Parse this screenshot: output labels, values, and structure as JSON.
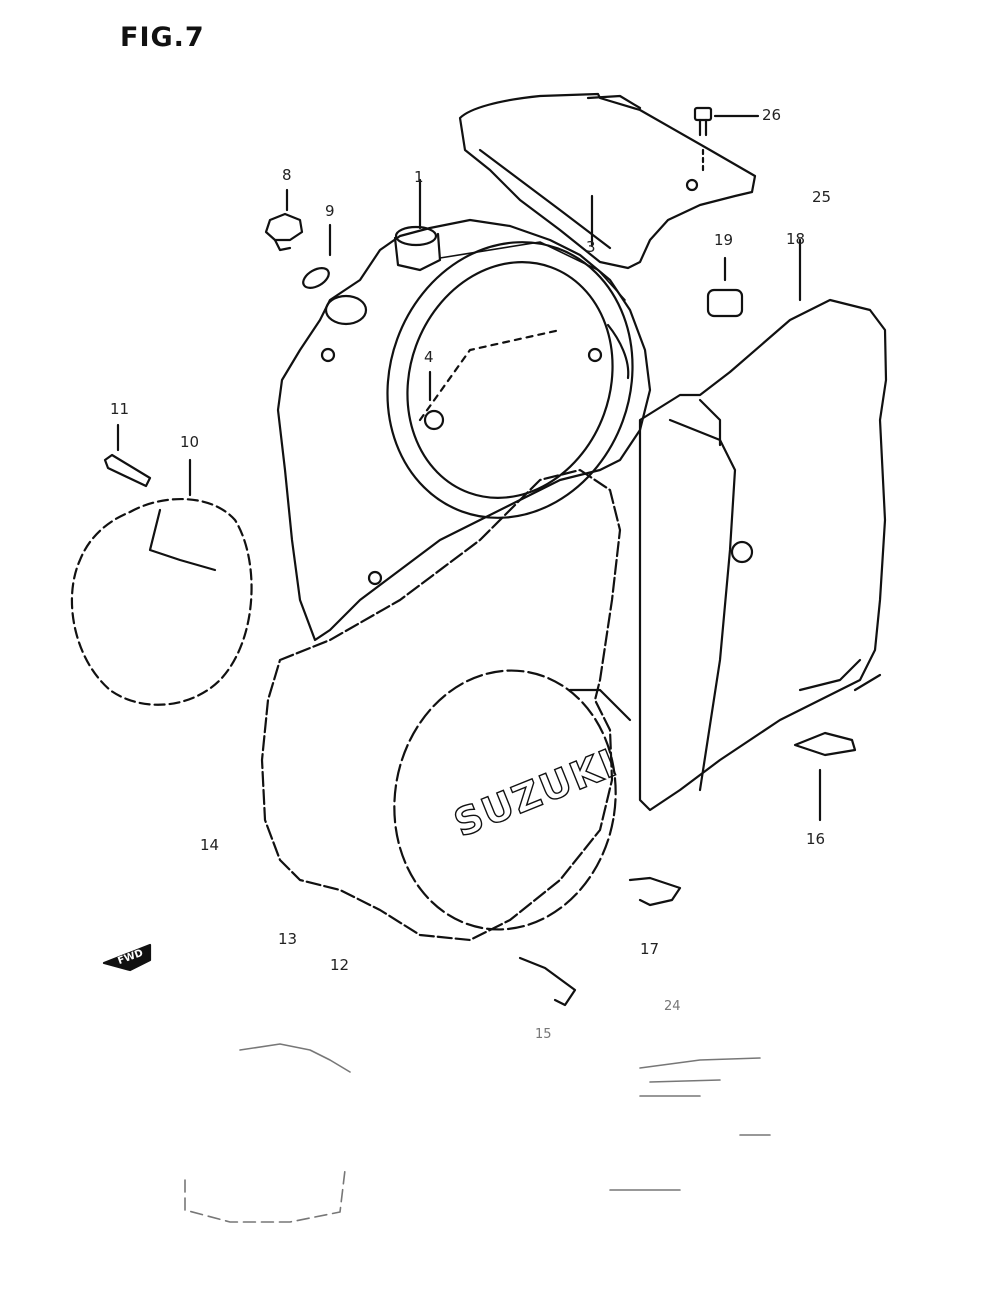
{
  "figure": {
    "title": "FIG.7"
  },
  "callouts": {
    "c1": "1",
    "c3": "3",
    "c4": "4",
    "c8": "8",
    "c9": "9",
    "c10": "10",
    "c11": "11",
    "c12": "12",
    "c13": "13",
    "c14": "14",
    "c15": "15",
    "c16": "16",
    "c17": "17",
    "c18": "18",
    "c19": "19",
    "c24": "24",
    "c25": "25",
    "c26": "26"
  },
  "labels": {
    "fwd": "FWD",
    "logo": "SUZUKI"
  },
  "colors": {
    "ink": "#111111",
    "paper": "#ffffff",
    "faint": "#777777"
  }
}
